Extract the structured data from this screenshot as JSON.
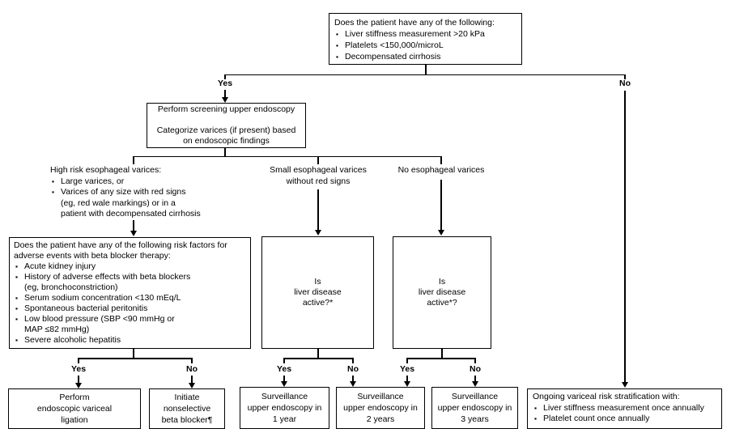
{
  "edge_labels": {
    "yes": "Yes",
    "no": "No"
  },
  "nodes": {
    "top_question": {
      "title": "Does the patient have any of the following:",
      "bullets": [
        "Liver stiffness measurement >20 kPa",
        "Platelets <150,000/microL",
        "Decompensated cirrhosis"
      ]
    },
    "screening": {
      "text": "Perform screening upper endoscopy\n\nCategorize varices (if present) based\non endoscopic findings"
    },
    "high_risk_label": {
      "title": "High risk esophageal varices:",
      "bullets": [
        "Large varices, or",
        "Varices of any size with red signs\n(eg, red wale markings) or in a\npatient with decompensated cirrhosis"
      ]
    },
    "small_varices_label": {
      "text": "Small esophageal varices\nwithout red signs"
    },
    "no_varices_label": {
      "text": "No esophageal varices"
    },
    "risk_factors": {
      "title": "Does the patient have any of the following risk factors for adverse events with beta blocker therapy:",
      "bullets": [
        "Acute kidney injury",
        "History of adverse effects with beta blockers\n(eg, bronchoconstriction)",
        "Serum sodium concentration <130 mEq/L",
        "Spontaneous bacterial peritonitis",
        "Low blood pressure (SBP <90 mmHg or\nMAP ≤82 mmHg)",
        "Severe alcoholic hepatitis"
      ]
    },
    "liver_active_1": {
      "text": "Is\nliver disease\nactive?*"
    },
    "liver_active_2": {
      "text": "Is\nliver disease\nactive*?"
    },
    "ligation": {
      "text": "Perform\nendoscopic variceal\nligation"
    },
    "beta_blocker": {
      "text": "Initiate\nnonselective\nbeta blocker¶"
    },
    "surveillance_1yr": {
      "text": "Surveillance\nupper endoscopy in\n1 year"
    },
    "surveillance_2yr": {
      "text": "Surveillance\nupper endoscopy in\n2 years"
    },
    "surveillance_3yr": {
      "text": "Surveillance\nupper endoscopy in\n3 years"
    },
    "ongoing": {
      "title": "Ongoing variceal risk stratification with:",
      "bullets": [
        "Liver stiffness measurement once annually",
        "Platelet count once annually"
      ]
    }
  }
}
